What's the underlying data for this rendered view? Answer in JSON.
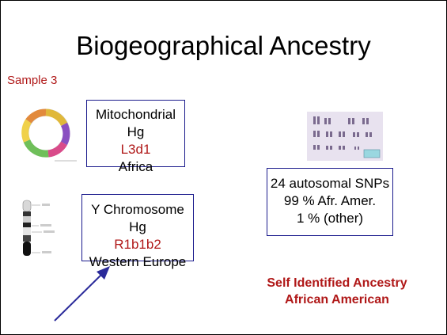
{
  "title": "Biogeographical Ancestry",
  "sample_label": "Sample 3",
  "mito": {
    "heading": "Mitochondrial Hg",
    "haplogroup": "L3d1",
    "region": "Africa"
  },
  "ychrom": {
    "heading": "Y Chromosome Hg",
    "haplogroup": "R1b1b2",
    "region": "Western Europe"
  },
  "autosomal": {
    "line1": "24 autosomal SNPs",
    "line2": "99 % Afr. Amer.",
    "line3": "1 % (other)"
  },
  "self_identified": {
    "line1": "Self Identified Ancestry",
    "line2": "African American"
  },
  "colors": {
    "accent_red": "#b01818",
    "box_border": "#1a1a8c",
    "arrow": "#2a2a9a"
  }
}
